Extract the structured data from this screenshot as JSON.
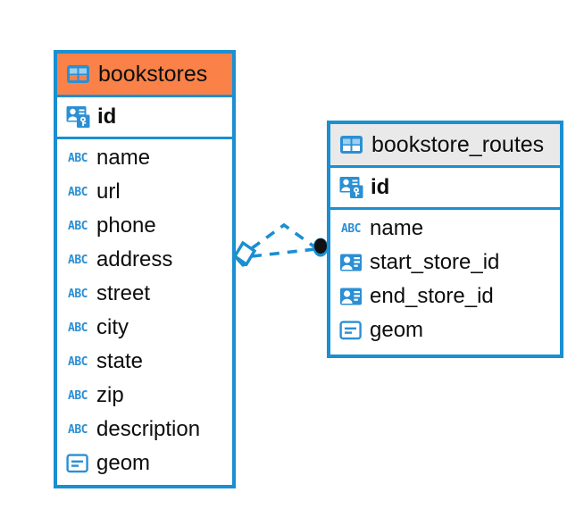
{
  "diagram": {
    "type": "entity-relationship-diagram",
    "background": "#ffffff",
    "accent_blue": "#1a8fd1",
    "icon_blue": "#2b8fd4",
    "header_orange": "#fa8248",
    "header_grey": "#e9e9e9"
  },
  "tables": [
    {
      "name": "bookstores",
      "header_style": "orange",
      "table_icon": "table-icon",
      "primary_key": {
        "label": "id",
        "icon": "primary-key-icon",
        "type": "key"
      },
      "fields": [
        {
          "label": "name",
          "icon": "abc-text-icon",
          "type": "text"
        },
        {
          "label": "url",
          "icon": "abc-text-icon",
          "type": "text"
        },
        {
          "label": "phone",
          "icon": "abc-text-icon",
          "type": "text"
        },
        {
          "label": "address",
          "icon": "abc-text-icon",
          "type": "text"
        },
        {
          "label": "street",
          "icon": "abc-text-icon",
          "type": "text"
        },
        {
          "label": "city",
          "icon": "abc-text-icon",
          "type": "text"
        },
        {
          "label": "state",
          "icon": "abc-text-icon",
          "type": "text"
        },
        {
          "label": "zip",
          "icon": "abc-text-icon",
          "type": "text"
        },
        {
          "label": "description",
          "icon": "abc-text-icon",
          "type": "text"
        },
        {
          "label": "geom",
          "icon": "geometry-icon",
          "type": "geometry"
        }
      ]
    },
    {
      "name": "bookstore_routes",
      "header_style": "grey",
      "table_icon": "table-icon",
      "primary_key": {
        "label": "id",
        "icon": "primary-key-icon",
        "type": "key"
      },
      "fields": [
        {
          "label": "name",
          "icon": "abc-text-icon",
          "type": "text"
        },
        {
          "label": "start_store_id",
          "icon": "foreign-key-icon",
          "type": "reference"
        },
        {
          "label": "end_store_id",
          "icon": "foreign-key-icon",
          "type": "reference"
        },
        {
          "label": "geom",
          "icon": "geometry-icon",
          "type": "geometry"
        }
      ]
    }
  ],
  "relationship": {
    "source_table": "bookstores",
    "target_table": "bookstore_routes",
    "line_style": "dashed",
    "line_color": "#1a8fd1",
    "source_endpoint": "diamond-open",
    "target_endpoint": "filled-circle",
    "branches": 2
  }
}
